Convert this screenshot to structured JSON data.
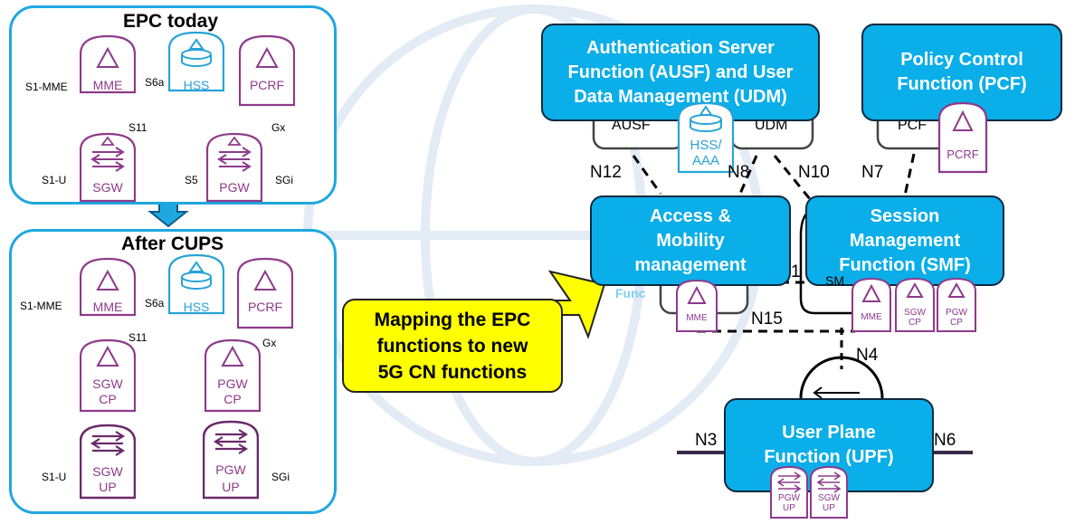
{
  "colors": {
    "accent_blue": "#0aaee8",
    "panel_border": "#1fa7e0",
    "node_purple": "#8e3a8c",
    "hss_blue": "#27a3d8",
    "callout_yellow": "#ffff00"
  },
  "epc_today": {
    "title": "EPC today",
    "nodes": {
      "mme": "MME",
      "hss": "HSS",
      "pcrf": "PCRF",
      "sgw": "SGW",
      "pgw": "PGW"
    },
    "interfaces": {
      "s1_mme": "S1-MME",
      "s6a": "S6a",
      "s11": "S11",
      "gx": "Gx",
      "s1_u": "S1-U",
      "s5": "S5",
      "sgi": "SGi"
    }
  },
  "after_cups": {
    "title": "After CUPS",
    "nodes": {
      "mme": "MME",
      "hss": "HSS",
      "pcrf": "PCRF",
      "sgw_cp_1": "SGW",
      "sgw_cp_2": "CP",
      "pgw_cp_1": "PGW",
      "pgw_cp_2": "CP",
      "sgw_up_1": "SGW",
      "sgw_up_2": "UP",
      "pgw_up_1": "PGW",
      "pgw_up_2": "UP"
    },
    "interfaces": {
      "s1_mme": "S1-MME",
      "s6a": "S6a",
      "s11": "S11",
      "gx": "Gx",
      "s1_u": "S1-U",
      "sgi": "SGi"
    }
  },
  "callout": {
    "line1": "Mapping the EPC",
    "line2": "functions to new",
    "line3": "5G CN functions"
  },
  "nf5g": {
    "ausf_udm": {
      "line1": "Authentication Server",
      "line2": "Function (AUSF) and User",
      "line3": "Data Management (UDM)"
    },
    "pcf": {
      "line1": "Policy Control",
      "line2": "Function (PCF)"
    },
    "amf": {
      "line1": "Access &",
      "line2": "Mobility",
      "line3": "management"
    },
    "smf": {
      "line1": "Session",
      "line2": "Management",
      "line3": "Function (SMF)"
    },
    "upf": {
      "line1": "User Plane",
      "line2": "Function (UPF)"
    },
    "sub_ausf": "AUSF",
    "sub_udm": "UDM",
    "sub_pcf": "PCF",
    "hss_aaa_1": "HSS/",
    "hss_aaa_2": "AAA",
    "pcrf": "PCRF",
    "mme_amf": "MME",
    "mme_smf": "MME",
    "sgw_cp_1": "SGW",
    "sgw_cp_2": "CP",
    "pgw_cp_1": "PGW",
    "pgw_cp_2": "CP",
    "pgw_up_1": "PGW",
    "pgw_up_2": "UP",
    "sgw_up_1": "SGW",
    "sgw_up_2": "UP"
  },
  "ref_points": {
    "n12": "N12",
    "n8": "N8",
    "n10": "N10",
    "n7": "N7",
    "n15": "N15",
    "n4": "N4",
    "n3": "N3",
    "n6": "N6",
    "n11_partial": "1",
    "smf_partial": "SM",
    "amf_partial": "Func"
  }
}
